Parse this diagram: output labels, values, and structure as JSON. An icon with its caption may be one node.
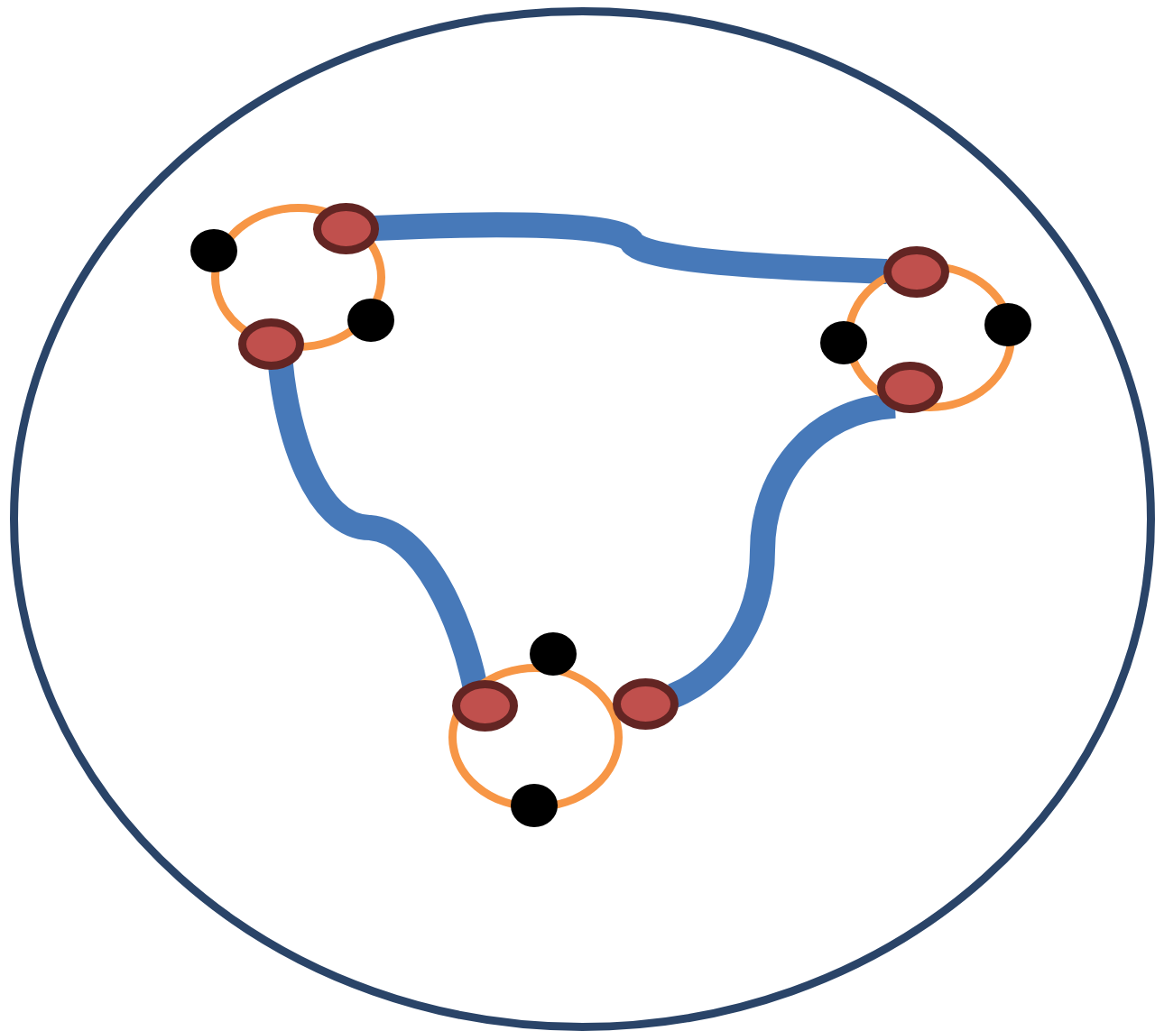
{
  "diagram": {
    "nodes": [
      {
        "text": [],
        "shape": "circle"
      },
      {
        "text": [],
        "shape": "circle",
        "in": 0
      },
      {
        "text": [],
        "shape": "oval",
        "in": 1
      },
      {
        "text": [],
        "shape": "oval",
        "in": 0
      },
      {
        "text": [],
        "shape": "circle",
        "in": 0
      },
      {
        "text": [],
        "shape": "circle",
        "in": 0
      },
      {
        "text": [],
        "shape": "circle",
        "in": 0
      },
      {
        "text": [],
        "shape": "oval",
        "in": 0
      },
      {
        "text": [],
        "shape": "oval",
        "in": 6
      },
      {
        "text": [],
        "shape": "circle",
        "in": 0
      },
      {
        "text": [],
        "shape": "circle",
        "in": 0
      },
      {
        "text": [],
        "shape": "circle",
        "in": 0
      },
      {
        "text": [],
        "shape": "oval",
        "in": 11
      },
      {
        "text": [],
        "shape": "oval",
        "in": 0
      },
      {
        "text": [],
        "shape": "circle",
        "in": 0
      },
      {
        "text": [],
        "shape": "circle",
        "in": 0
      }
    ],
    "edges": [
      {
        "from": 2,
        "to": 7,
        "arrow": "none"
      },
      {
        "from": 3,
        "to": 12,
        "arrow": "none"
      },
      {
        "from": 8,
        "to": 13,
        "arrow": "none"
      }
    ]
  }
}
